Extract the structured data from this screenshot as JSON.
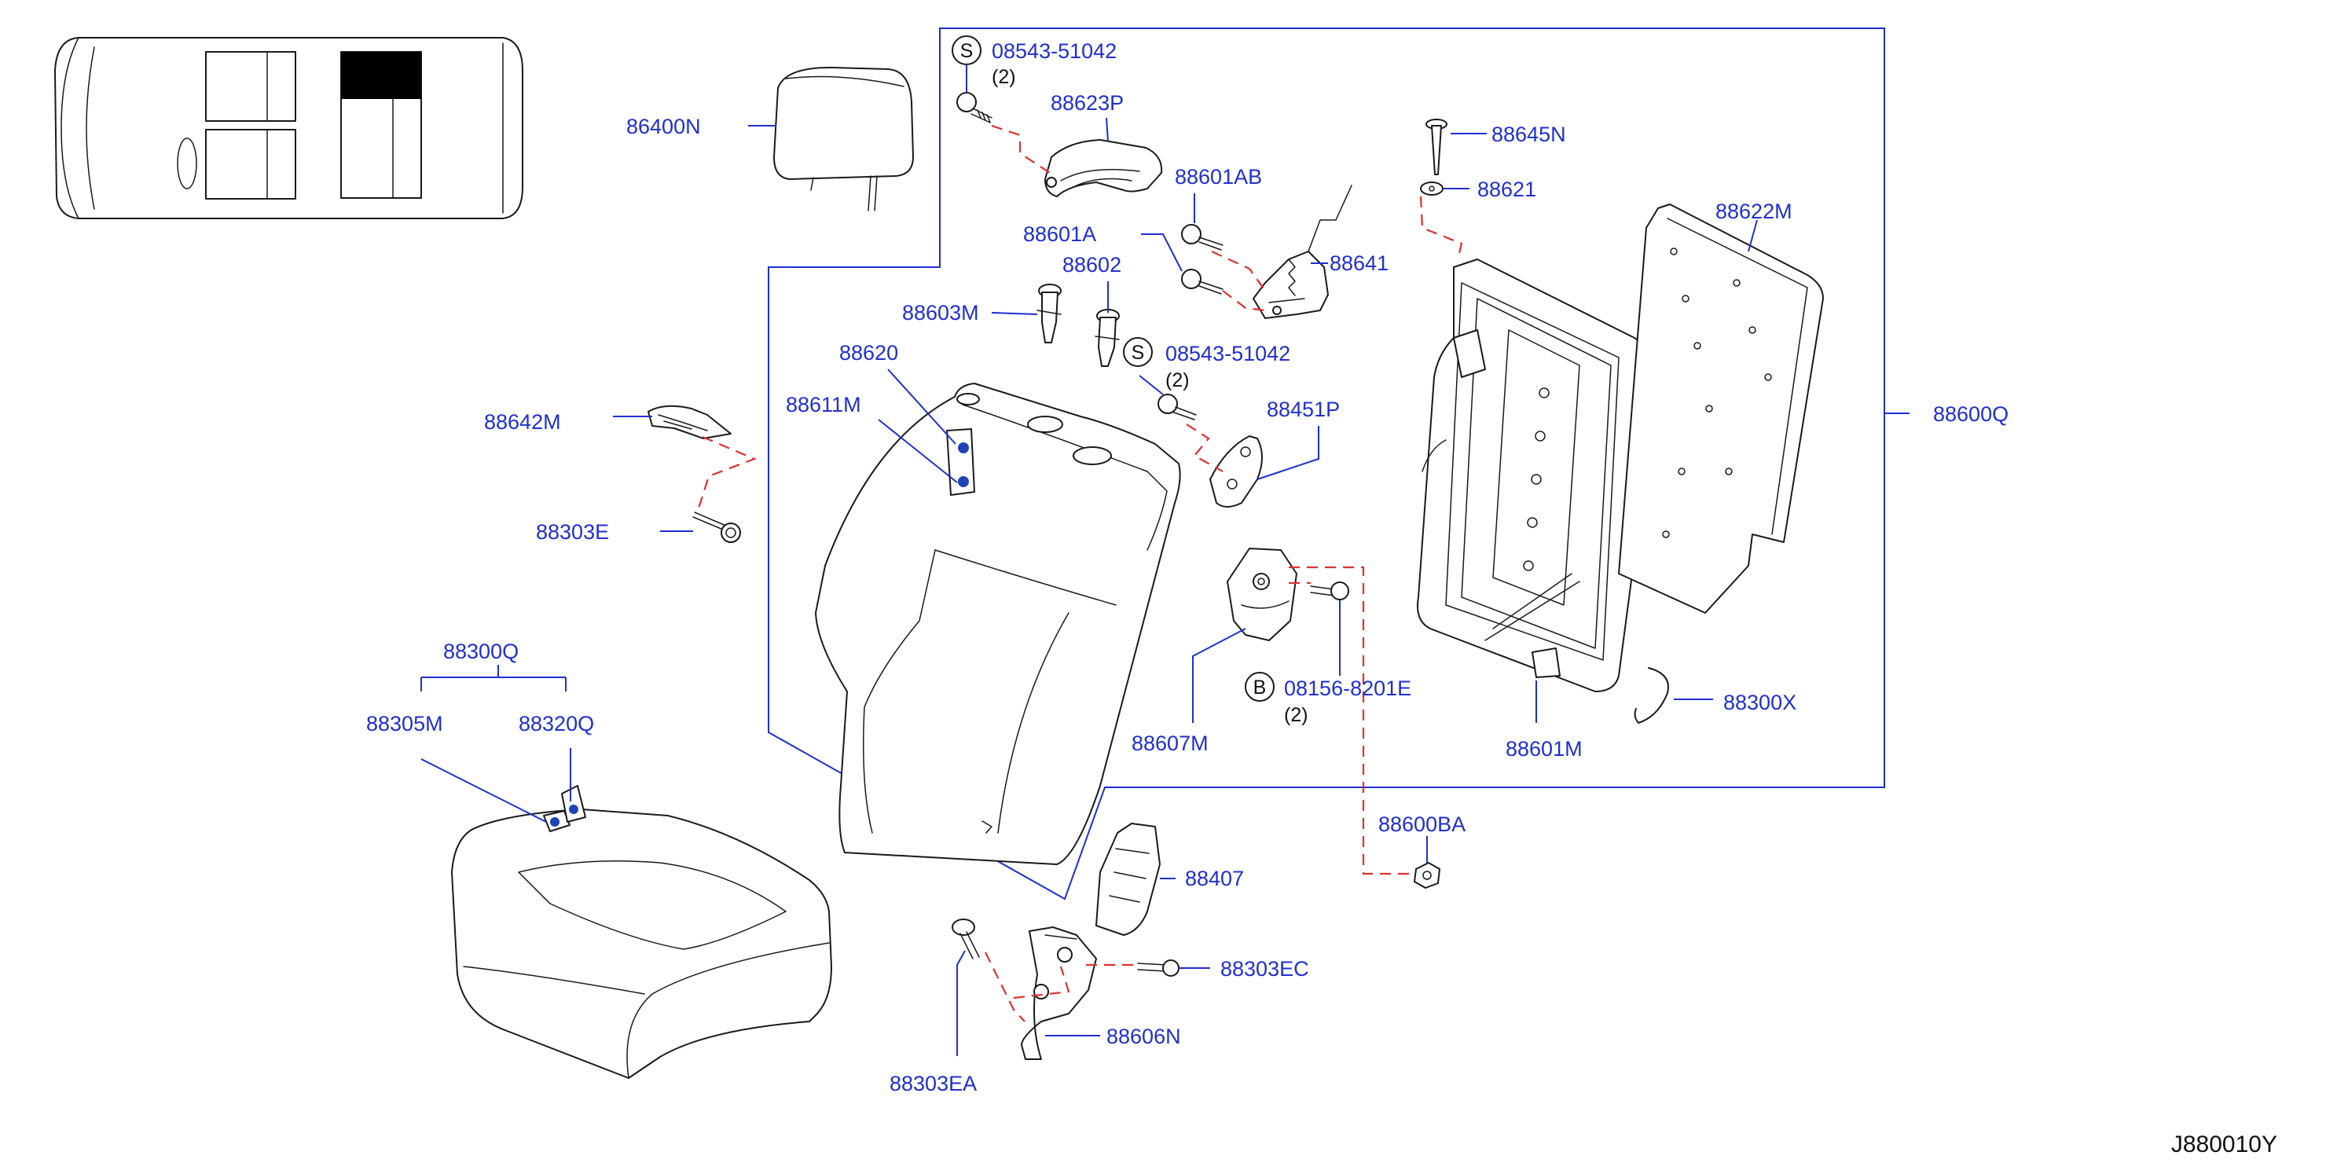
{
  "diagram": {
    "id": "J880010Y",
    "colors": {
      "callout": "#1f2fd0",
      "linework": "#1a1a1a",
      "hidden_line": "#e03030",
      "marker": "#1f44b8",
      "shade": "#000000"
    },
    "vehicle_icon": {
      "shaded_area": "rear seat, right side"
    },
    "symbols": {
      "s": "S",
      "b": "B"
    },
    "labels": {
      "p86400N": "86400N",
      "p08543a": "08543-51042",
      "qty_a": "(2)",
      "p88623P": "88623P",
      "p88601AB": "88601AB",
      "p88601A": "88601A",
      "p88641": "88641",
      "p88602": "88602",
      "p88603M": "88603M",
      "p08543b": "08543-51042",
      "qty_b": "(2)",
      "p88620": "88620",
      "p88611M": "88611M",
      "p88451P": "88451P",
      "p88642M": "88642M",
      "p88303E": "88303E",
      "p88645N": "88645N",
      "p88621": "88621",
      "p88622M": "88622M",
      "p88600Q": "88600Q",
      "p08156": "08156-8201E",
      "qty_c": "(2)",
      "p88607M": "88607M",
      "p88300X": "88300X",
      "p88601M": "88601M",
      "p88600BA": "88600BA",
      "p88300Q": "88300Q",
      "p88305M": "88305M",
      "p88320Q": "88320Q",
      "p88407": "88407",
      "p88303EC": "88303EC",
      "p88606N": "88606N",
      "p88303EA": "88303EA"
    }
  }
}
